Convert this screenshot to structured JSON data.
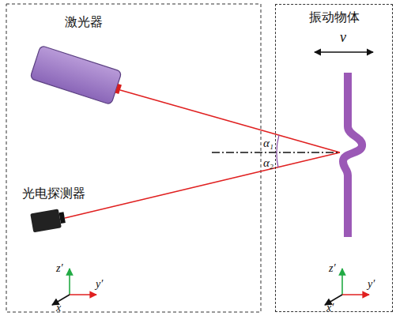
{
  "diagram": {
    "nodes": [
      {
        "text": [
          "振动物体"
        ]
      },
      {
        "text": [
          "激光器"
        ]
      },
      {
        "text": [
          "光电探测器"
        ]
      }
    ],
    "labels": [
      "v",
      "α₁",
      "α₂",
      "z′",
      "y′",
      "x",
      "z′",
      "y′",
      "x′"
    ]
  }
}
